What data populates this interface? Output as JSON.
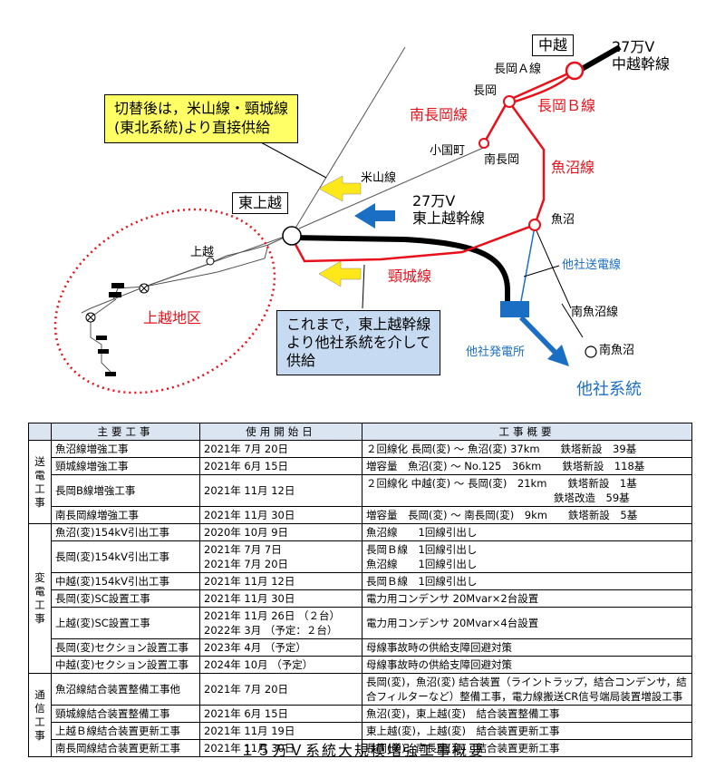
{
  "map": {
    "nodes": {
      "chuetsu": "中越",
      "nagaoka": "長岡",
      "ogunimachi": "小国町",
      "minaminagaoka": "南長岡",
      "uonuma": "魚沼",
      "higashijoetsu": "東上越",
      "joetsu": "上越",
      "minamiuonuma": "南魚沼"
    },
    "lines": {
      "chuetsu_trunk": "27万V\n中越幹線",
      "nagaoka_a": "長岡Ａ線",
      "nagaoka_b": "長岡Ｂ線",
      "minaminagaoka": "南長岡線",
      "uonuma": "魚沼線",
      "yoneyama": "米山線",
      "higashijoetsu_trunk": "27万V\n東上越幹線",
      "keijo": "頸城線",
      "other_transmission": "他社送電線",
      "minamiuonuma": "南魚沼線"
    },
    "areas": {
      "joetsu_district": "上越地区",
      "other_power_plant": "他社発電所",
      "other_grid": "他社系統"
    },
    "callouts": {
      "after_switch": "切替後は，米山線・頸城線\n(東北系統)より直接供給",
      "until_now": "これまで，東上越幹線\nより他社系統を介して\n供給"
    },
    "colors": {
      "red_lines": "#e8101a",
      "blue_lines": "#1a6fc4",
      "callout_yellow": "#ffff66",
      "callout_blue": "#c6daf1",
      "arrow_yellow": "#ffe81a",
      "arrow_blue": "#1a6fc4",
      "ellipse": "#e8101a"
    }
  },
  "table": {
    "headers": [
      "主要工事",
      "使用開始日",
      "工事概要"
    ],
    "groups": [
      {
        "category": "送電工事",
        "rows": [
          {
            "name": "魚沼線増強工事",
            "date": [
              "2021年 7月 20日"
            ],
            "summary": [
              "２回線化 長岡(変) ～ 魚沼(変) 37km　　鉄塔新設　39基"
            ]
          },
          {
            "name": "頸城線増強工事",
            "date": [
              "2021年 6月 15日"
            ],
            "summary": [
              "増容量　魚沼(変) ～ No.125　36km　　鉄塔新設　118基"
            ]
          },
          {
            "name": "長岡B線増強工事",
            "date": [
              "2021年 11月 12日"
            ],
            "summary": [
              "２回線化 中越(変) ～ 長岡(変)　21km　　鉄塔新設　1基",
              "　　　　　　　　　　　　　　　　　　鉄塔改造　59基"
            ]
          },
          {
            "name": "南長岡線増強工事",
            "date": [
              "2021年 11月 30日"
            ],
            "summary": [
              "増容量　長岡(変) ～ 南長岡(変)　9km　　鉄塔新設　5基"
            ]
          }
        ]
      },
      {
        "category": "変電工事",
        "rows": [
          {
            "name": "魚沼(変)154kV引出工事",
            "date": [
              "2020年 10月 9日"
            ],
            "summary": [
              "魚沼線　　1回線引出し"
            ]
          },
          {
            "name": "長岡(変)154kV引出工事",
            "date": [
              "2021年 7月 7日",
              "2021年 7月 20日"
            ],
            "summary": [
              "長岡Ｂ線　1回線引出し",
              "魚沼線　　1回線引出し"
            ]
          },
          {
            "name": "中越(変)154kV引出工事",
            "date": [
              "2021年 11月 12日"
            ],
            "summary": [
              "長岡Ｂ線　1回線引出し"
            ]
          },
          {
            "name": "長岡(変)SC設置工事",
            "date": [
              "2021年 11月 30日"
            ],
            "summary": [
              "電力用コンデンサ 20Mvar×2台設置"
            ]
          },
          {
            "name": "上越(変)SC設置工事",
            "date": [
              "2021年 11月 26日 （２台）",
              "2022年 3月 （予定：２台）"
            ],
            "summary": [
              "電力用コンデンサ 20Mvar×4台設置"
            ]
          },
          {
            "name": "長岡(変)セクション設置工事",
            "date": [
              "2023年 4月 （予定）"
            ],
            "summary": [
              "母線事故時の供給支障回避対策"
            ]
          },
          {
            "name": "中越(変)セクション設置工事",
            "date": [
              "2024年 10月 （予定）"
            ],
            "summary": [
              "母線事故時の供給支障回避対策"
            ]
          }
        ]
      },
      {
        "category": "通信工事",
        "rows": [
          {
            "name": "魚沼線結合装置整備工事他",
            "date": [
              "2021年 7月 20日"
            ],
            "summary": [
              "長岡(変)，魚沼(変) 結合装置（ライントラップ，結合コンデンサ，結",
              "合フィルターなど）整備工事，電力線搬送CR信号端局装置増設工事"
            ]
          },
          {
            "name": "頸城線結合装置整備工事",
            "date": [
              "2021年 6月 15日"
            ],
            "summary": [
              "魚沼(変)，東上越(変)　結合装置整備工事"
            ]
          },
          {
            "name": "上越Ｂ線結合装置更新工事",
            "date": [
              "2021年 11月 19日"
            ],
            "summary": [
              "東上越(変)，上越(変)　結合装置更新工事"
            ]
          },
          {
            "name": "南長岡線結合装置更新工事",
            "date": [
              "2021年 11月 30日"
            ],
            "summary": [
              "長岡(変)，南長岡(変)　結合装置更新工事"
            ]
          }
        ]
      }
    ]
  },
  "caption": "１５万Ｖ系統大規模増強工事概要"
}
